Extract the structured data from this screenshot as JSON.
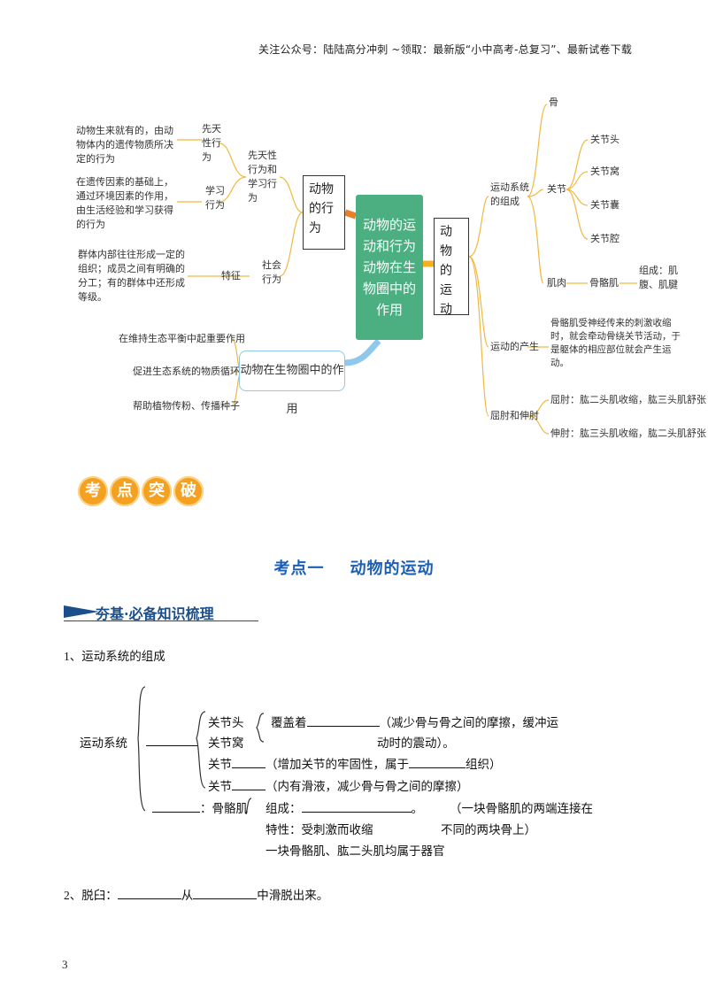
{
  "header": {
    "text": "关注公众号：陆陆高分冲刺  ~领取：最新版“小中高考-总复习”、最新试卷下载"
  },
  "mindmap": {
    "center": "动物的运动和行为动物在生物圈中的作用",
    "behavior": {
      "title": "动物的行为",
      "innate_learned": "先天性行为和学习行为",
      "innate": "先天性行为",
      "innate_desc": "动物生来就有的，由动物体内的遗传物质所决定的行为",
      "learned": "学习行为",
      "learned_desc": "在遗传因素的基础上，通过环境因素的作用，由生活经验和学习获得的行为",
      "social": "社会行为",
      "feature": "特征",
      "social_desc": "群体内部往往形成一定的组织；成员之间有明确的分工；有的群体中还形成等级。"
    },
    "biosphere": {
      "title": "动物在生物圈中的作用",
      "items": [
        "在维持生态平衡中起重要作用",
        "促进生态系统的物质循环",
        "帮助植物传粉、传播种子"
      ]
    },
    "movement": {
      "title": "动物的运动",
      "system": "运动系统的组成",
      "bone": "骨",
      "joint": "关节",
      "joint_parts": [
        "关节头",
        "关节窝",
        "关节囊",
        "关节腔"
      ],
      "muscle": "肌肉",
      "skeletal": "骨骼肌",
      "composition": "组成：肌腹、肌腱",
      "produce": "运动的产生",
      "produce_desc": "骨骼肌受神经传来的刺激收缩时，就会牵动骨绕关节活动，于是躯体的相应部位就会产生运动。",
      "flex_ext": "屈肘和伸肘",
      "flex": "屈肘：肱二头肌收缩，肱三头肌舒张",
      "ext": "伸肘：肱三头肌收缩，肱二头肌舒张"
    }
  },
  "badge": [
    "考",
    "点",
    "突",
    "破"
  ],
  "section_title": "考点一    动物的运动",
  "subsection_title": "夯基·必备知识梳理",
  "q1": {
    "title": "1、运动系统的组成",
    "root": "运动系统",
    "joint_head": "关节头",
    "joint_socket": "关节窝",
    "covered": "覆盖着",
    "covered_note1": "（减少骨与骨之间的摩擦，缓冲运",
    "covered_note2": "动时的震动）。",
    "joint": "关节",
    "joint_line1": "（增加关节的牢固性，属于",
    "joint_line1_end": "组织）",
    "joint_line2": "（内有滑液，减少骨与骨之间的摩擦）",
    "muscle_colon": "：骨骼肌",
    "composition": "组成：",
    "composition_note1": "（一块骨骼肌的两端连接在",
    "feature": "特性：受刺激而收缩",
    "composition_note2": "不同的两块骨上）",
    "organ": "一块骨骼肌、肱二头肌均属于器官"
  },
  "q2": {
    "prefix": "2、脱臼：",
    "mid": "从",
    "suffix": "中滑脱出来。"
  },
  "page_number": "3"
}
